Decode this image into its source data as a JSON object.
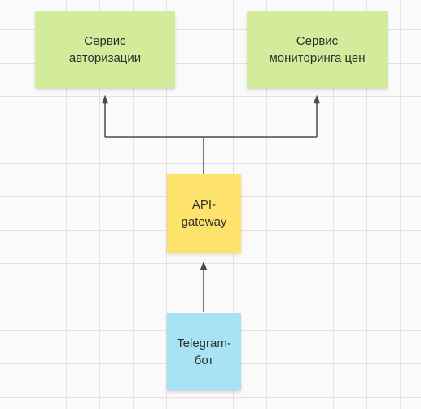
{
  "colors": {
    "green": "#d3ec9c",
    "yellow": "#fde36b",
    "blue": "#a8e3f5",
    "connector": "#4a4a4a"
  },
  "nodes": {
    "auth": {
      "line1": "Сервис",
      "line2": "авторизации"
    },
    "monitor": {
      "line1": "Сервис",
      "line2": "мониторинга цен"
    },
    "gateway": {
      "line1": "API-",
      "line2": "gateway"
    },
    "bot": {
      "line1": "Telegram-",
      "line2": "бот"
    }
  }
}
